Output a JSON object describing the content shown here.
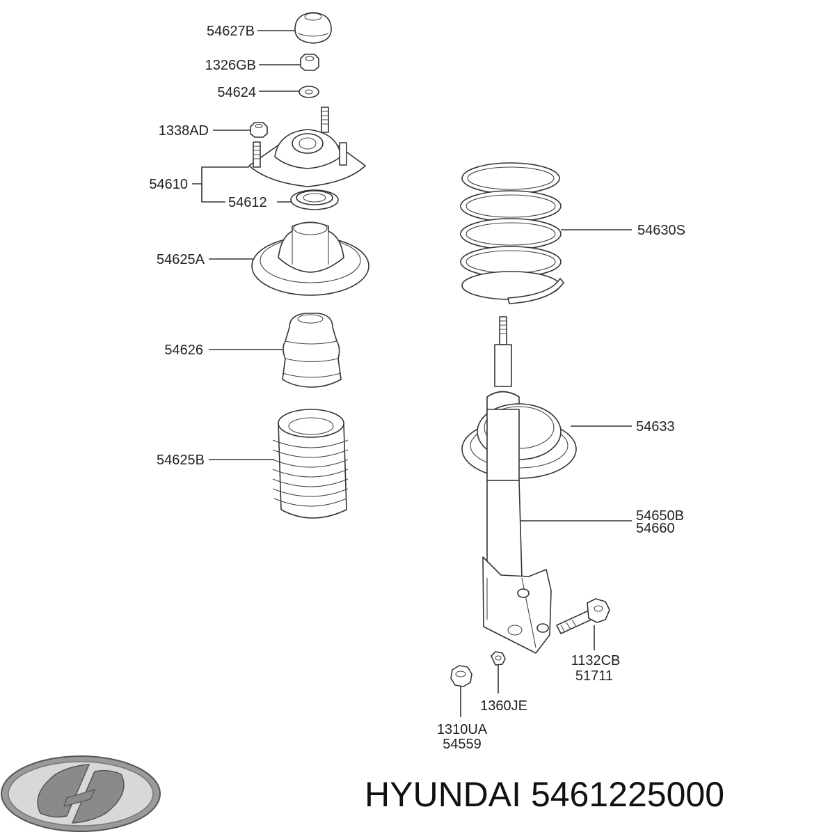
{
  "labels": {
    "p54627B": "54627B",
    "p1326GB": "1326GB",
    "p54624": "54624",
    "p1338AD": "1338AD",
    "p54610": "54610",
    "p54612": "54612",
    "p54625A": "54625A",
    "p54626": "54626",
    "p54625B": "54625B",
    "p54630S": "54630S",
    "p54633": "54633",
    "p54650B": "54650B",
    "p54660": "54660",
    "p1132CB": "1132CB",
    "p51711": "51711",
    "p1360JE": "1360JE",
    "p1310UA": "1310UA",
    "p54559": "54559"
  },
  "footer": {
    "brand": "HYUNDAI",
    "part_number": "5461225000",
    "logo_icon": "hyundai-logo-icon"
  }
}
